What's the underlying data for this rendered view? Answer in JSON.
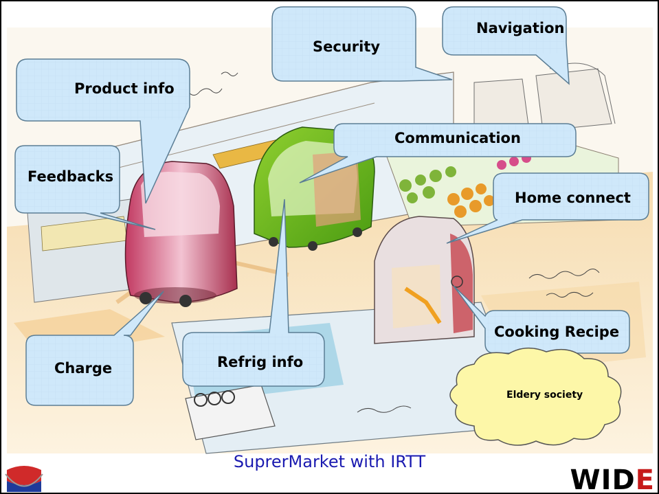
{
  "callouts": {
    "security": "Security",
    "navigation": "Navigation",
    "product_info": "Product info",
    "communication": "Communication",
    "feedbacks": "Feedbacks",
    "home_connect": "Home connect",
    "cooking_recipe": "Cooking Recipe",
    "charge": "Charge",
    "refrig_info": "Refrig info"
  },
  "cloud": {
    "label": "Eldery society"
  },
  "title": "SuprerMarket with IRTT",
  "logo": {
    "prefix": "WID",
    "suffix": "E"
  },
  "colors": {
    "callout_fill": "#cfe8fa",
    "callout_border": "#5b7d94",
    "cloud_fill": "#fdf7a8",
    "title_color": "#1a1ab0",
    "wide_accent": "#c61a1a"
  }
}
